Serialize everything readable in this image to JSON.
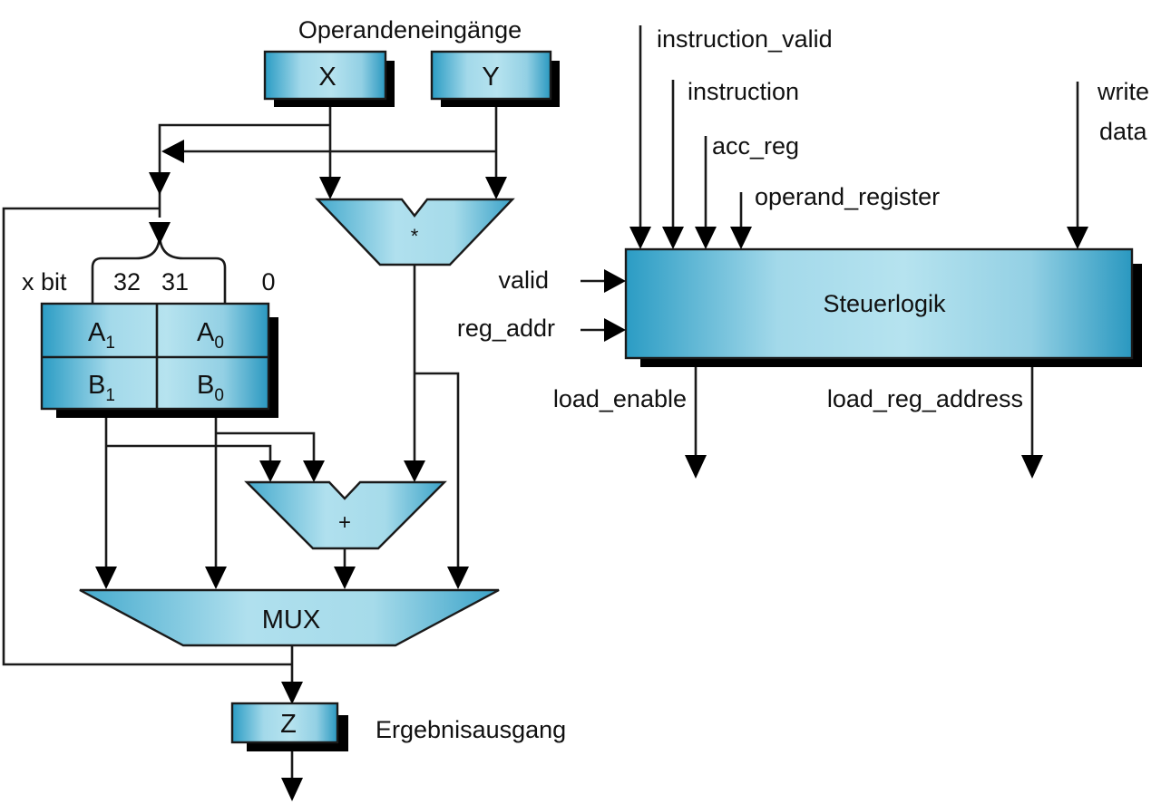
{
  "diagram": {
    "title": "Operandeneingänge",
    "colors": {
      "block_edge": "#2b9cc4",
      "block_center": "#b3e1ee",
      "shadow": "#000000",
      "line": "#1a1a1a"
    },
    "inputs": {
      "x": "X",
      "y": "Y"
    },
    "multiplier": {
      "symbol": "*"
    },
    "adder": {
      "symbol": "+"
    },
    "register": {
      "bit_label": "x bit",
      "bit_32": "32",
      "bit_31": "31",
      "bit_0": "0",
      "cells": [
        {
          "base": "A",
          "sub": "1"
        },
        {
          "base": "A",
          "sub": "0"
        },
        {
          "base": "B",
          "sub": "1"
        },
        {
          "base": "B",
          "sub": "0"
        }
      ]
    },
    "mux": {
      "label": "MUX"
    },
    "output": {
      "label": "Z",
      "caption": "Ergebnisausgang"
    },
    "control": {
      "label": "Steuerlogik",
      "top_inputs": [
        "instruction_valid",
        "instruction",
        "acc_reg",
        "operand_register"
      ],
      "write_data": [
        "write",
        "data"
      ],
      "left_inputs": [
        "valid",
        "reg_addr"
      ],
      "outputs": [
        "load_enable",
        "load_reg_address"
      ]
    }
  }
}
